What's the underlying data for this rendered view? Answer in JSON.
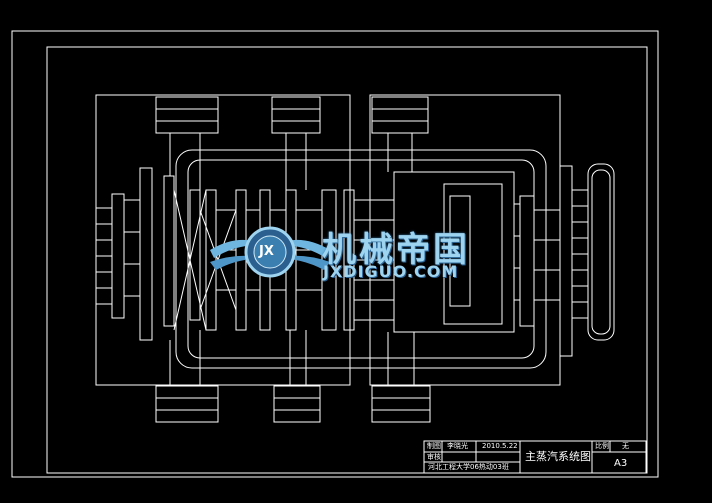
{
  "title_block": {
    "row1_label": "制图",
    "row1_name": "李晓光",
    "row1_date": "2010.5.22",
    "row2_label": "审核",
    "school": "河北工程大学06热动03班",
    "drawing_title": "主蒸汽系统图",
    "scale_label": "比例",
    "scale_value": "无",
    "sheet_size": "A3"
  },
  "watermark": {
    "cn": "机械帝国",
    "en": "JXDIGUO.COM",
    "logo_letters": "JX"
  },
  "colors": {
    "background": "#000000",
    "line": "#ffffff",
    "watermark": "#9fd4f0",
    "watermark_dark": "#2a5f90"
  }
}
